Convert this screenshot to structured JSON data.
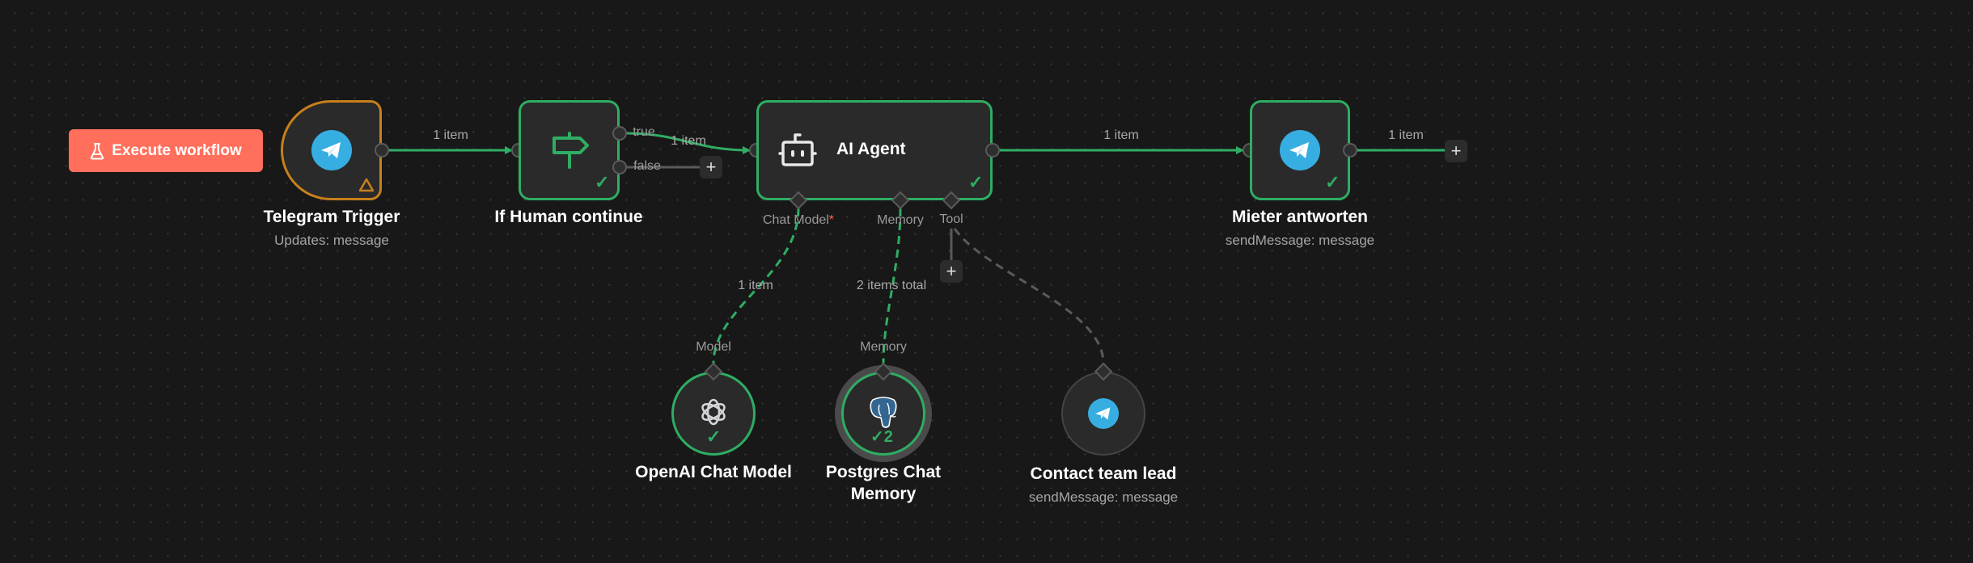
{
  "toolbar": {
    "execute_label": "Execute workflow",
    "execute_icon": "flask-icon",
    "execute_color": "#ff6f5c"
  },
  "colors": {
    "success": "#2fad63",
    "warning": "#c7801a",
    "telegram": "#37aee2",
    "canvas": "#181818",
    "node_bg": "#2a2a2a"
  },
  "nodes": {
    "telegram_trigger": {
      "title": "Telegram Trigger",
      "subtitle": "Updates: message",
      "icon": "telegram-icon",
      "status": "warning"
    },
    "if_human": {
      "title": "If Human continue",
      "icon": "signpost-icon",
      "status": "success",
      "outputs": [
        "true",
        "false"
      ]
    },
    "ai_agent": {
      "title": "AI Agent",
      "icon": "robot-icon",
      "status": "success",
      "handles": {
        "chat_model": "Chat Model",
        "chat_model_required": "*",
        "memory": "Memory",
        "tool": "Tool"
      }
    },
    "mieter": {
      "title": "Mieter antworten",
      "subtitle": "sendMessage: message",
      "icon": "telegram-icon",
      "status": "success"
    },
    "openai": {
      "title": "OpenAI Chat Model",
      "icon": "openai-icon",
      "status": "success",
      "handle_label": "Model"
    },
    "postgres": {
      "title_line1": "Postgres Chat",
      "title_line2": "Memory",
      "icon": "postgres-elephant-icon",
      "status": "success",
      "run_count": "2",
      "handle_label": "Memory"
    },
    "contact": {
      "title": "Contact team lead",
      "subtitle": "sendMessage: message",
      "icon": "telegram-icon",
      "status": "idle"
    }
  },
  "edges": {
    "trigger_to_if": "1 item",
    "if_true_to_agent": "1 item",
    "agent_to_mieter": "1 item",
    "mieter_out": "1 item",
    "model_to_agent": "1 item",
    "memory_to_agent": "2 items total"
  },
  "plus_symbol": "+",
  "check_symbol": "✓"
}
